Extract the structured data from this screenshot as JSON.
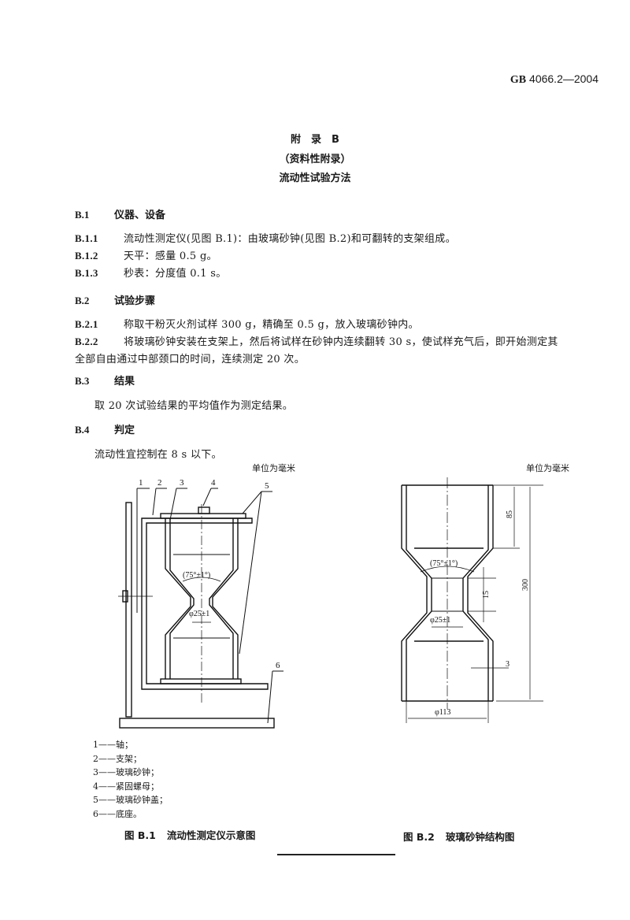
{
  "header": {
    "std_prefix": "GB",
    "std_number": "4066.2—2004"
  },
  "appendix": {
    "title": "附　录　B",
    "subtitle": "（资料性附录）",
    "name": "流动性试验方法"
  },
  "sections": [
    {
      "num": "B.1",
      "title": "仪器、设备",
      "items": [
        {
          "num": "B.1.1",
          "text": "流动性测定仪(见图 B.1)：由玻璃砂钟(见图 B.2)和可翻转的支架组成。"
        },
        {
          "num": "B.1.2",
          "text": "天平：感量 0.5 g。"
        },
        {
          "num": "B.1.3",
          "text": "秒表：分度值 0.1 s。"
        }
      ]
    },
    {
      "num": "B.2",
      "title": "试验步骤",
      "items": [
        {
          "num": "B.2.1",
          "text": "称取干粉灭火剂试样 300 g，精确至 0.5 g，放入玻璃砂钟内。"
        },
        {
          "num": "B.2.2",
          "text": "将玻璃砂钟安装在支架上，然后将试样在砂钟内连续翻转 30 s，使试样充气后，即开始测定其",
          "cont": "全部自由通过中部颈口的时间，连续测定 20 次。"
        }
      ]
    },
    {
      "num": "B.3",
      "title": "结果",
      "body": "取 20 次试验结果的平均值作为测定结果。"
    },
    {
      "num": "B.4",
      "title": "判定",
      "body": "流动性宜控制在 8 s 以下。"
    }
  ],
  "figures": {
    "b1": {
      "unit_note": "单位为毫米",
      "callouts": [
        "1",
        "2",
        "3",
        "4",
        "5",
        "6"
      ],
      "angle_label": "(75°±1°)",
      "diameter_label": "φ25±1",
      "legend": [
        "1——轴；",
        "2——支架；",
        "3——玻璃砂钟；",
        "4——紧固螺母；",
        "5——玻璃砂钟盖；",
        "6——底座。"
      ],
      "caption_num": "图 B.1",
      "caption_title": "流动性测定仪示意图"
    },
    "b2": {
      "unit_note": "单位为毫米",
      "dim_top_height": "85",
      "dim_total_height": "300",
      "dim_neck_height": "15",
      "angle_label": "(75°±1°)",
      "neck_diameter": "φ25±1",
      "wall_thickness": "3",
      "outer_diameter": "φ113",
      "caption_num": "图 B.2",
      "caption_title": "玻璃砂钟结构图"
    }
  }
}
